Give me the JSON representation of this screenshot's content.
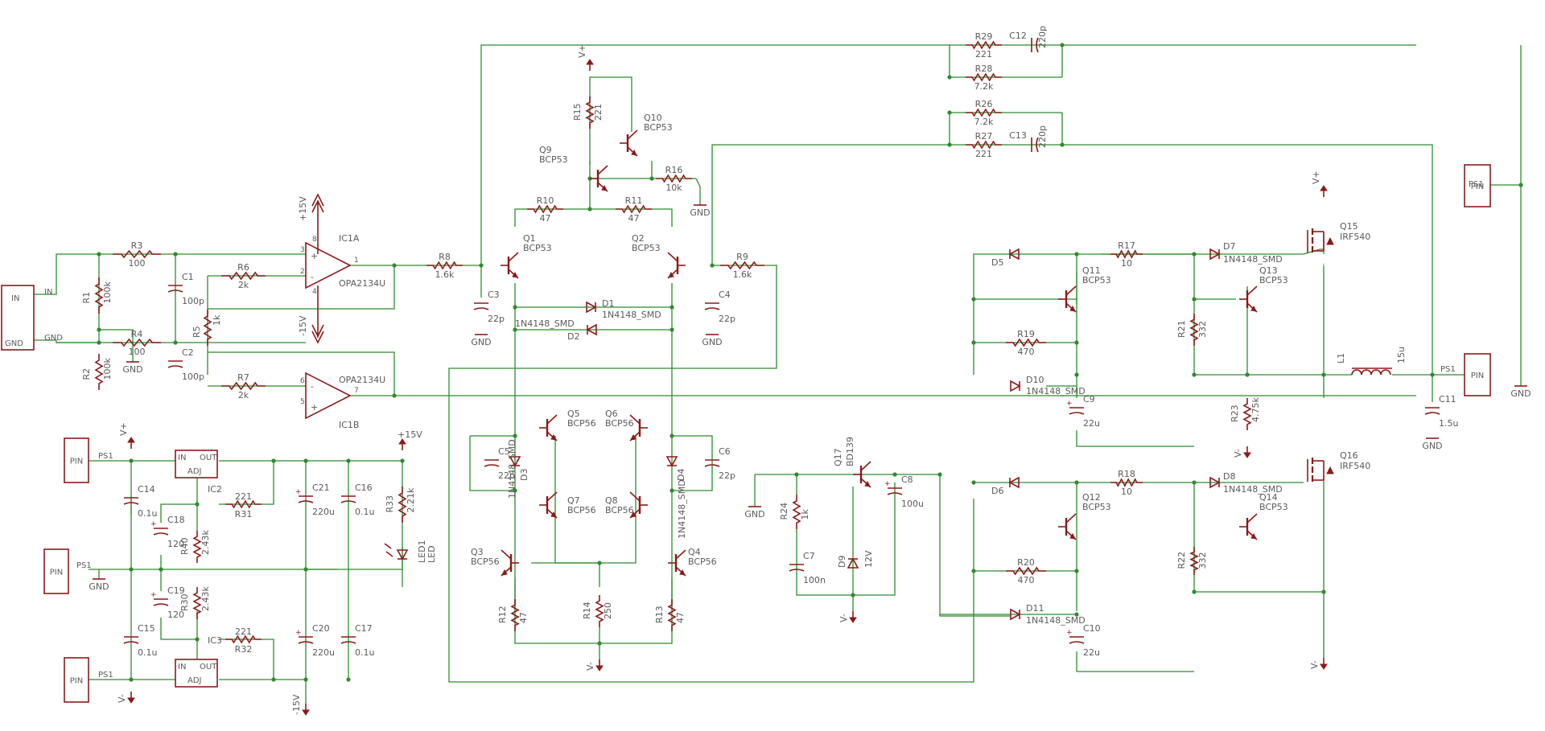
{
  "colors": {
    "wire": "#2e8b2e",
    "part": "#8b1a1a",
    "text": "#5a5a5a",
    "background": "#ffffff"
  },
  "resistors": [
    {
      "ref": "R1",
      "val": "100k"
    },
    {
      "ref": "R2",
      "val": "100k"
    },
    {
      "ref": "R3",
      "val": "100"
    },
    {
      "ref": "R4",
      "val": "100"
    },
    {
      "ref": "R5",
      "val": "1k"
    },
    {
      "ref": "R6",
      "val": "2k"
    },
    {
      "ref": "R7",
      "val": "2k"
    },
    {
      "ref": "R8",
      "val": "1.6k"
    },
    {
      "ref": "R9",
      "val": "1.6k"
    },
    {
      "ref": "R10",
      "val": "47"
    },
    {
      "ref": "R11",
      "val": "47"
    },
    {
      "ref": "R12",
      "val": "47"
    },
    {
      "ref": "R13",
      "val": "47"
    },
    {
      "ref": "R14",
      "val": "250"
    },
    {
      "ref": "R15",
      "val": "221"
    },
    {
      "ref": "R16",
      "val": "10k"
    },
    {
      "ref": "R17",
      "val": "10"
    },
    {
      "ref": "R18",
      "val": "10"
    },
    {
      "ref": "R19",
      "val": "470"
    },
    {
      "ref": "R20",
      "val": "470"
    },
    {
      "ref": "R21",
      "val": "332"
    },
    {
      "ref": "R22",
      "val": "332"
    },
    {
      "ref": "R23",
      "val": "4.75k"
    },
    {
      "ref": "R24",
      "val": "1k"
    },
    {
      "ref": "R26",
      "val": "7.2k"
    },
    {
      "ref": "R27",
      "val": "221"
    },
    {
      "ref": "R28",
      "val": "7.2k"
    },
    {
      "ref": "R29",
      "val": "221"
    },
    {
      "ref": "R30",
      "val": "2.43k"
    },
    {
      "ref": "R31",
      "val": "221"
    },
    {
      "ref": "R32",
      "val": "221"
    },
    {
      "ref": "R33",
      "val": "2.21k"
    },
    {
      "ref": "R40",
      "val": "2.43k"
    }
  ],
  "capacitors": [
    {
      "ref": "C1",
      "val": "100p"
    },
    {
      "ref": "C2",
      "val": "100p"
    },
    {
      "ref": "C3",
      "val": "22p"
    },
    {
      "ref": "C4",
      "val": "22p"
    },
    {
      "ref": "C5",
      "val": "22p"
    },
    {
      "ref": "C6",
      "val": "22p"
    },
    {
      "ref": "C7",
      "val": "100n"
    },
    {
      "ref": "C8",
      "val": "100u"
    },
    {
      "ref": "C9",
      "val": "22u"
    },
    {
      "ref": "C10",
      "val": "22u"
    },
    {
      "ref": "C11",
      "val": "1.5u"
    },
    {
      "ref": "C12",
      "val": "220p"
    },
    {
      "ref": "C13",
      "val": "220p"
    },
    {
      "ref": "C14",
      "val": "0.1u"
    },
    {
      "ref": "C15",
      "val": "0.1u"
    },
    {
      "ref": "C16",
      "val": "0.1u"
    },
    {
      "ref": "C17",
      "val": "0.1u"
    },
    {
      "ref": "C18",
      "val": "120"
    },
    {
      "ref": "C19",
      "val": "120"
    },
    {
      "ref": "C20",
      "val": "220u"
    },
    {
      "ref": "C21",
      "val": "220u"
    }
  ],
  "transistors": [
    {
      "ref": "Q1",
      "val": "BCP53"
    },
    {
      "ref": "Q2",
      "val": "BCP53"
    },
    {
      "ref": "Q3",
      "val": "BCP56"
    },
    {
      "ref": "Q4",
      "val": "BCP56"
    },
    {
      "ref": "Q5",
      "val": "BCP56"
    },
    {
      "ref": "Q6",
      "val": "BCP56"
    },
    {
      "ref": "Q7",
      "val": "BCP56"
    },
    {
      "ref": "Q8",
      "val": "BCP56"
    },
    {
      "ref": "Q9",
      "val": "BCP53"
    },
    {
      "ref": "Q10",
      "val": "BCP53"
    },
    {
      "ref": "Q11",
      "val": "BCP53"
    },
    {
      "ref": "Q12",
      "val": "BCP53"
    },
    {
      "ref": "Q13",
      "val": "BCP53"
    },
    {
      "ref": "Q14",
      "val": "BCP53"
    },
    {
      "ref": "Q15",
      "val": "IRF540"
    },
    {
      "ref": "Q16",
      "val": "IRF540"
    },
    {
      "ref": "Q17",
      "val": "BD139"
    }
  ],
  "diodes": [
    {
      "ref": "D1",
      "val": "1N4148_SMD"
    },
    {
      "ref": "D2",
      "val": "1N4148_SMD"
    },
    {
      "ref": "D3",
      "val": "1N4148_SMD"
    },
    {
      "ref": "D4",
      "val": "1N4148_SMD"
    },
    {
      "ref": "D5",
      "val": ""
    },
    {
      "ref": "D6",
      "val": ""
    },
    {
      "ref": "D7",
      "val": "1N4148_SMD"
    },
    {
      "ref": "D8",
      "val": "1N4148_SMD"
    },
    {
      "ref": "D9",
      "val": "12V"
    },
    {
      "ref": "D10",
      "val": "1N4148_SMD"
    },
    {
      "ref": "D11",
      "val": "1N4148_SMD"
    },
    {
      "ref": "LED1",
      "val": "LED"
    }
  ],
  "opamps": [
    {
      "ref": "IC1A",
      "val": "OPA2134U"
    },
    {
      "ref": "IC1B",
      "val": "OPA2134U"
    }
  ],
  "regulators": [
    {
      "ref": "IC2",
      "in": "IN",
      "out": "OUT",
      "adj": "ADJ"
    },
    {
      "ref": "IC3",
      "in": "IN",
      "out": "OUT",
      "adj": "ADJ"
    }
  ],
  "inductor": {
    "ref": "L1",
    "val": "15u"
  },
  "connectors": {
    "input_pins": [
      "IN",
      "GND"
    ],
    "pin": "PIN",
    "ps1": "PS1"
  },
  "supplies": {
    "vplus": "V+",
    "vminus": "V-",
    "p15": "+15V",
    "m15": "-15V",
    "gnd": "GND"
  },
  "signals": {
    "in": "IN",
    "gnd": "GND"
  },
  "pin_numbers": {
    "n1": "1",
    "n2": "2",
    "n3": "3",
    "n4": "4",
    "n5": "5",
    "n6": "6",
    "n7": "7",
    "n8": "8",
    "plus": "+",
    "minus": "-"
  }
}
